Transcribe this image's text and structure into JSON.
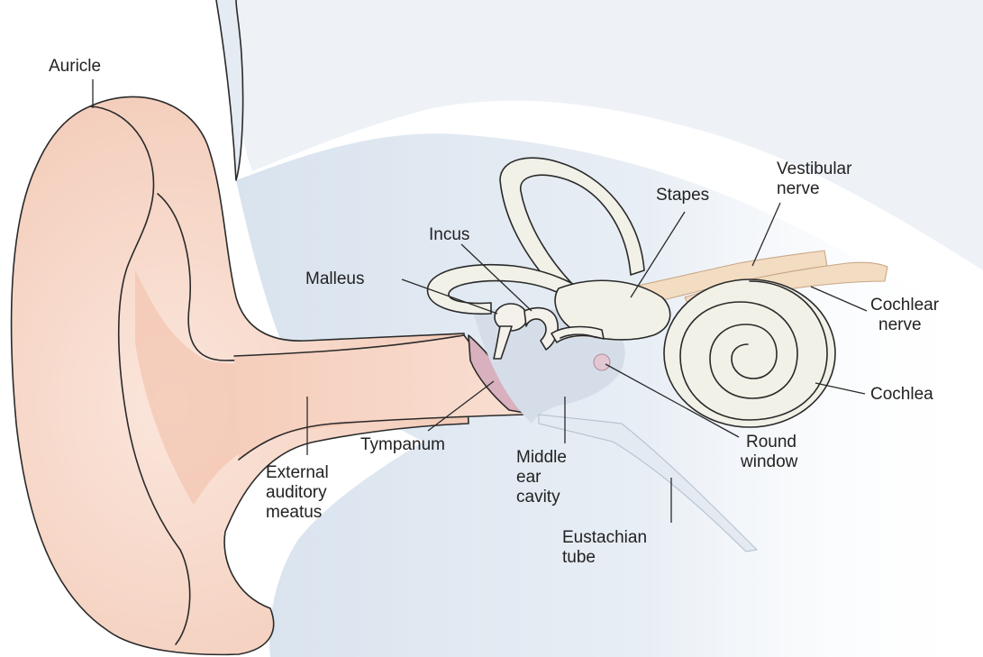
{
  "labels": {
    "auricle": "Auricle",
    "vestibular_nerve": [
      "Vestibular",
      "nerve"
    ],
    "stapes": "Stapes",
    "incus": "Incus",
    "malleus": "Malleus",
    "cochlear_nerve": [
      "Cochlear",
      "nerve"
    ],
    "cochlea": "Cochlea",
    "tympanum": "Tympanum",
    "round_window": [
      "Round",
      "window"
    ],
    "external_auditory_meatus": [
      "External",
      "auditory",
      "meatus"
    ],
    "middle_ear_cavity": [
      "Middle",
      "ear",
      "cavity"
    ],
    "eustachian_tube": [
      "Eustachian",
      "tube"
    ]
  },
  "colors": {
    "skin": "#f6d6c6",
    "skin_dark": "#eeb9a3",
    "head_shadow": "#e2e9f1",
    "bone": "#f1f1e8",
    "nerve": "#f2dcc2",
    "tympanum": "#d9b0be",
    "middle_ear": "#d5dee8"
  }
}
